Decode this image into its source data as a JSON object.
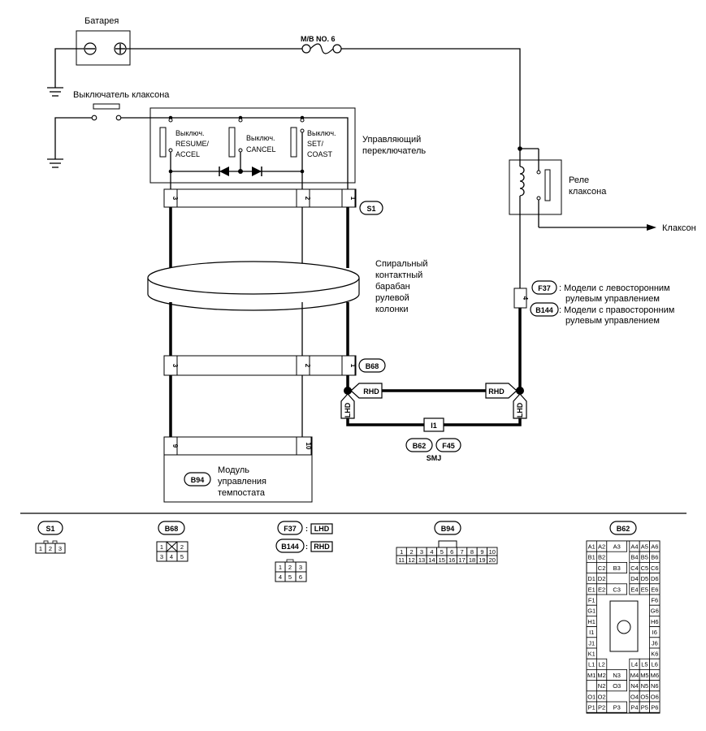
{
  "components": {
    "battery": "Батарея",
    "fuse": "M/B NO. 6",
    "horn_switch": "Выключатель клаксона",
    "resume_switch": [
      "Выключ.",
      "RESUME/",
      "ACCEL"
    ],
    "cancel_switch": [
      "Выключ.",
      "CANCEL"
    ],
    "set_switch": [
      "Выключ.",
      "SET/",
      "COAST"
    ],
    "control_switch": [
      "Управляющий",
      "переключатель"
    ],
    "horn_relay": [
      "Реле",
      "клаксона"
    ],
    "horn": "Клаксон",
    "spiral_drum": [
      "Спиральный",
      "контактный",
      "барабан",
      "рулевой",
      "колонки"
    ],
    "module": [
      "Модуль",
      "управления",
      "темпостата"
    ]
  },
  "connectors": {
    "s1": "S1",
    "b68": "B68",
    "f37": "F37",
    "b144": "B144",
    "b62": "B62",
    "f45": "F45",
    "b94": "B94",
    "i1": "I1",
    "smj": "SMJ"
  },
  "notes": {
    "f37": ": Модели с левосторонним",
    "f37_2": "рулевым управлением",
    "b144": ": Модели с правосторонним",
    "b144_2": "рулевым управлением"
  },
  "labels": {
    "lhd": "LHD",
    "rhd": "RHD"
  },
  "pins": {
    "s1": [
      "3",
      "2",
      "1"
    ],
    "b68": [
      "3",
      "2",
      "1"
    ],
    "b94": [
      "9",
      "10"
    ],
    "f37": "4"
  },
  "legend": {
    "s1": [
      "1",
      "2",
      "3"
    ],
    "b68": [
      "1",
      "2",
      "3",
      "4",
      "5"
    ],
    "f37": [
      "1",
      "2",
      "3",
      "4",
      "5",
      "6"
    ],
    "b94_row1": [
      "1",
      "2",
      "3",
      "4",
      "5",
      "6",
      "7",
      "8",
      "9",
      "10"
    ],
    "b94_row2": [
      "11",
      "12",
      "13",
      "14",
      "15",
      "16",
      "17",
      "18",
      "19",
      "20"
    ],
    "b62_rows": [
      [
        "A1",
        "A2",
        "A3",
        "A4",
        "A5",
        "A6"
      ],
      [
        "B1",
        "B2",
        "B4",
        "B5",
        "B6"
      ],
      [
        "C2",
        "B3",
        "C4",
        "C5",
        "C6"
      ],
      [
        "D1",
        "D2",
        "D4",
        "D5",
        "D6"
      ],
      [
        "E1",
        "E2",
        "C3",
        "E4",
        "E5",
        "E6"
      ],
      [
        "F1",
        "F6"
      ],
      [
        "G1",
        "G6"
      ],
      [
        "H1",
        "H6"
      ],
      [
        "I1",
        "I6"
      ],
      [
        "J1",
        "J6"
      ],
      [
        "K1",
        "K6"
      ],
      [
        "L1",
        "L2",
        "L4",
        "L5",
        "L6"
      ],
      [
        "M1",
        "M2",
        "N3",
        "M4",
        "M5",
        "M6"
      ],
      [
        "N2",
        "O3",
        "N4",
        "N5",
        "N6"
      ],
      [
        "O1",
        "O2",
        "O4",
        "O5",
        "O6"
      ],
      [
        "P1",
        "P2",
        "P3",
        "P4",
        "P5",
        "P6"
      ]
    ]
  }
}
